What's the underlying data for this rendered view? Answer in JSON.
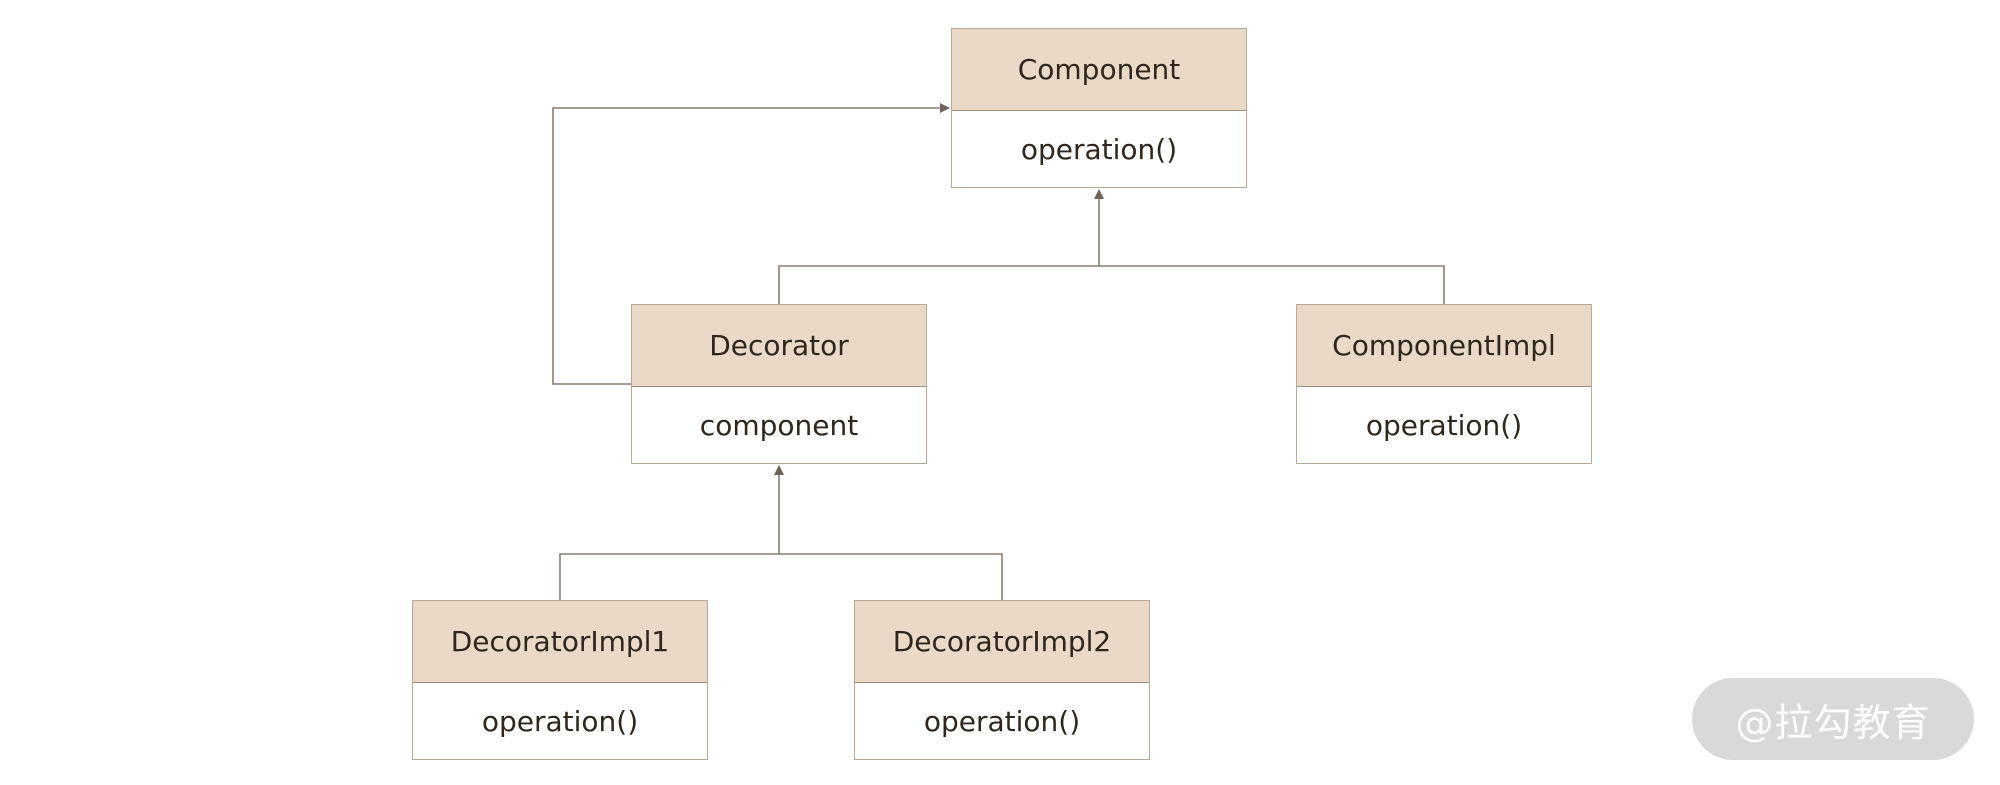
{
  "diagram": {
    "classes": [
      {
        "id": "component",
        "name": "Component",
        "member": "operation()"
      },
      {
        "id": "decorator",
        "name": "Decorator",
        "member": "component"
      },
      {
        "id": "componentimpl",
        "name": "ComponentImpl",
        "member": "operation()"
      },
      {
        "id": "decoratorimpl1",
        "name": "DecoratorImpl1",
        "member": "operation()"
      },
      {
        "id": "decoratorimpl2",
        "name": "DecoratorImpl2",
        "member": "operation()"
      }
    ],
    "relations": [
      {
        "from": "Decorator",
        "to": "Component",
        "kind": "association"
      },
      {
        "from": "Decorator",
        "to": "Component",
        "kind": "inheritance"
      },
      {
        "from": "ComponentImpl",
        "to": "Component",
        "kind": "inheritance"
      },
      {
        "from": "DecoratorImpl1",
        "to": "Decorator",
        "kind": "inheritance"
      },
      {
        "from": "DecoratorImpl2",
        "to": "Decorator",
        "kind": "inheritance"
      }
    ],
    "colors": {
      "header": "#e9d9c6",
      "border": "#b9a896",
      "line": "#8a7d72",
      "arrow": "#6e6259",
      "text": "#2f261d"
    }
  },
  "watermark": {
    "text": "@拉勾教育"
  }
}
